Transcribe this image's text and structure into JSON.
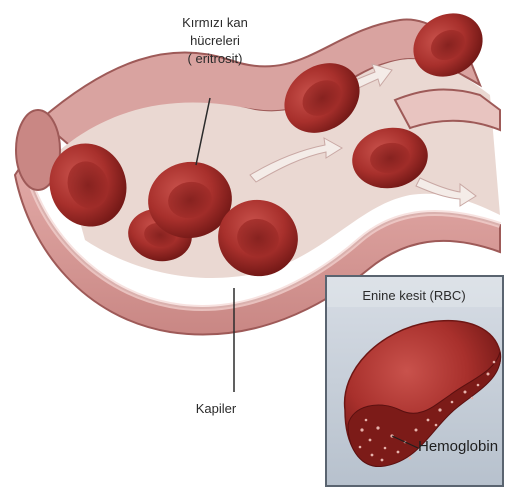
{
  "labels": {
    "rbc_line1": "Kırmızı kan",
    "rbc_line2": "hücreleri",
    "rbc_line3": "( eritrosit)",
    "capillary": "Kapiler",
    "inset_title": "Enine kesit (RBC)",
    "hemoglobin": "Hemoglobin"
  },
  "colors": {
    "vessel_wall": "#d89a98",
    "vessel_inner": "#f0d2cf",
    "vessel_edge": "#9e5a58",
    "lumen": "#ead8d2",
    "rbc": "#a8302c",
    "rbc_dark": "#6e1614",
    "rbc_light": "#c9524c",
    "inset_bg": "#c6ced8",
    "inset_border": "#5a6470",
    "arrow": "#f4ece8"
  }
}
